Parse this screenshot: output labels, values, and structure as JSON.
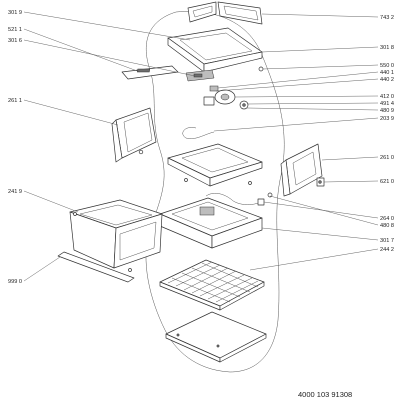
{
  "labels_left": [
    "301 9",
    "521 1",
    "301 6",
    "261 1",
    "241 9",
    "999 0"
  ],
  "labels_right": [
    "743 2",
    "301 8",
    "550 0",
    "440 1",
    "440 2",
    "412 0",
    "491 4",
    "480 9",
    "203 9",
    "261 0",
    "621 0",
    "264 0",
    "480 8",
    "301 7",
    "244 2"
  ],
  "document_code": "4000 103 91308",
  "colors": {
    "line": "#555555",
    "text": "#222222",
    "part_fill": "#ffffff",
    "shade": "#bdbdbd"
  }
}
